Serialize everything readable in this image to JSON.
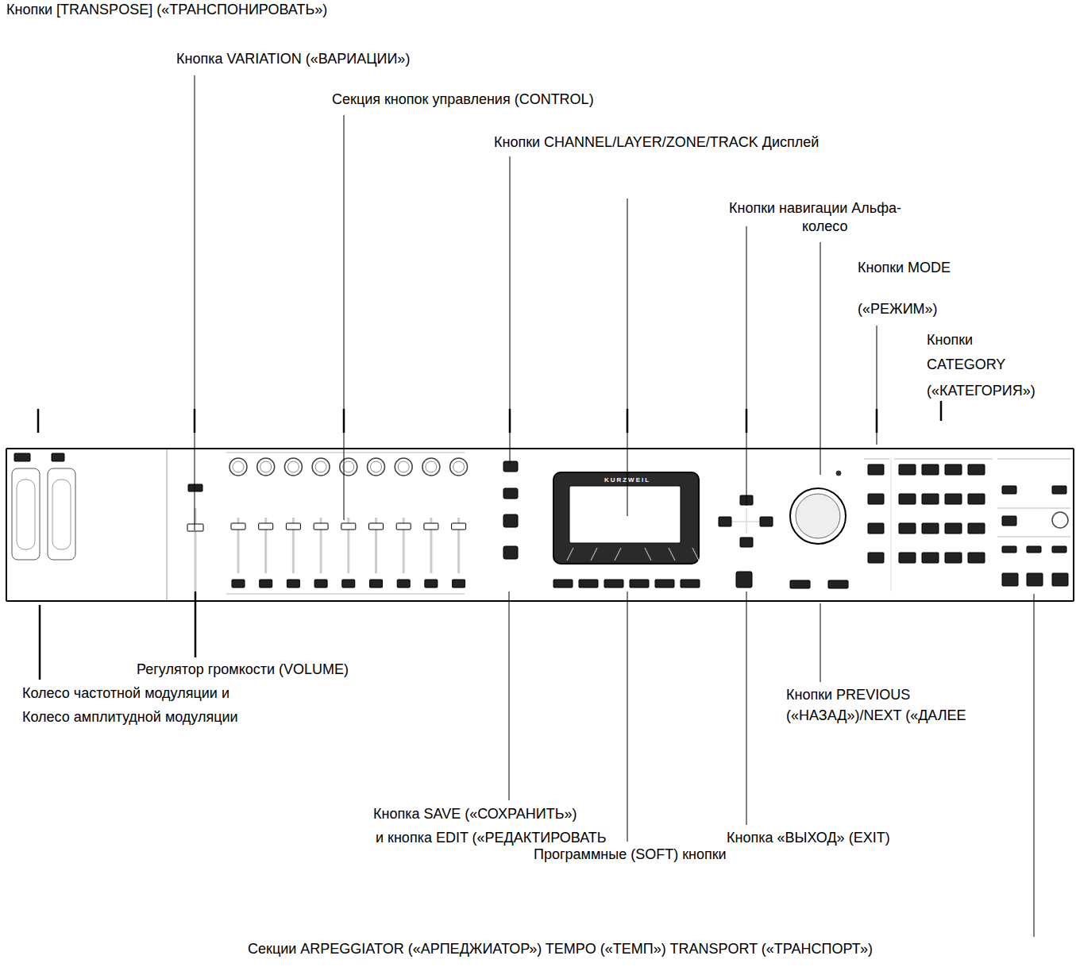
{
  "diagram": {
    "labels": [
      "Кнопки [TRANSPOSE] («ТРАНСПОНИРОВАТЬ»)",
      "Кнопка VARIATION («ВАРИАЦИИ»)",
      "Секция кнопок управления (CONTROL)",
      "Кнопки CHANNEL/LAYER/ZONE/TRACK Дисплей",
      "Кнопки навигации Альфа-",
      "колесо",
      "Кнопки MODE",
      "(«РЕЖИМ»)",
      "Кнопки",
      "CATEGORY",
      "(«КАТЕГОРИЯ»)",
      "KURZWEIL",
      "Регулятор громкости (VOLUME)",
      "Колесо частотной модуляции и",
      "Колесо амплитудной модуляции",
      "Кнопки PREVIOUS",
      "(«НАЗАД»)/NEXT («ДАЛЕЕ",
      "Кнопка SAVE («СОХРАНИТЬ»)",
      "и кнопка EDIT («РЕДАКТИРОВАТЬ",
      "Кнопка «ВЫХОД» (EXIT)",
      "Программные (SOFT) кнопки",
      "Секции ARPEGGIATOR («АРПЕДЖИАТОР») TEMPO («ТЕМП») TRANSPORT («ТРАНСПОРТ»)"
    ]
  }
}
